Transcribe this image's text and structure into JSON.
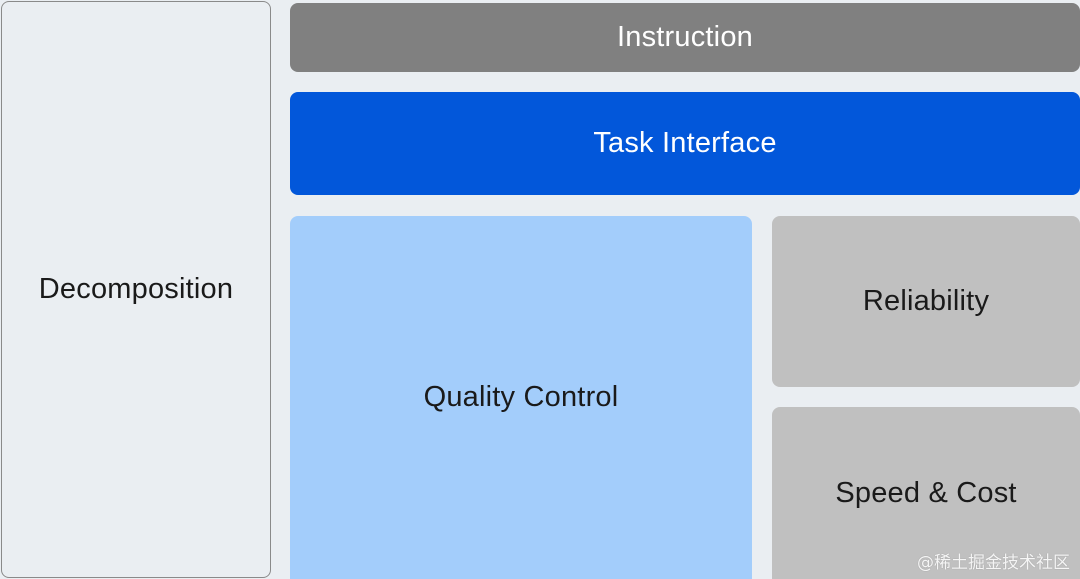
{
  "blocks": {
    "decomposition": "Decomposition",
    "instruction": "Instruction",
    "task_interface": "Task Interface",
    "quality_control": "Quality Control",
    "reliability": "Reliability",
    "speed_cost": "Speed & Cost"
  },
  "watermark": "@稀土掘金技术社区",
  "colors": {
    "background": "#eaeef2",
    "instruction": "#808080",
    "task_interface": "#0257da",
    "quality_control": "#a3cdfb",
    "side_blocks": "#c0c0c0"
  }
}
